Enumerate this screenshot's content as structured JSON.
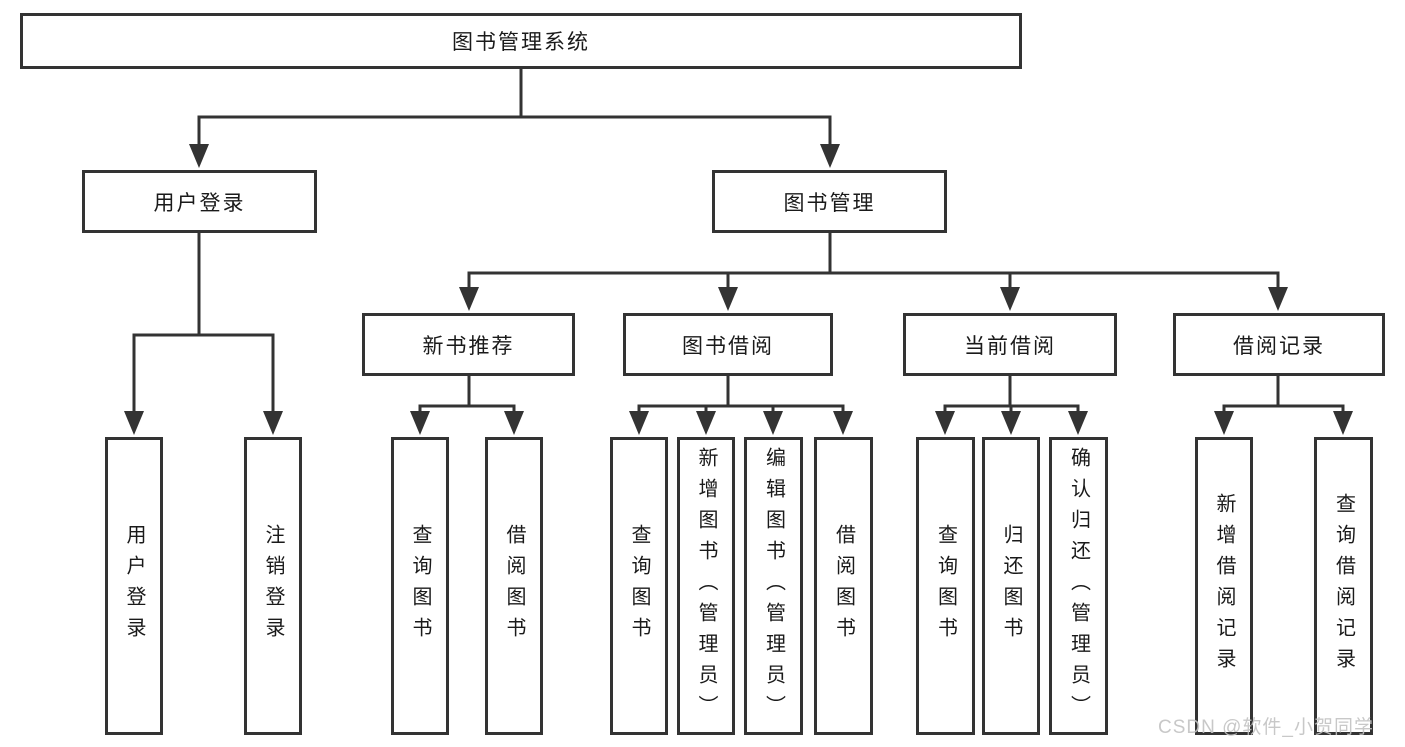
{
  "diagram": {
    "type": "hierarchy-tree",
    "root": {
      "label": "图书管理系统",
      "children": [
        {
          "label": "用户登录",
          "children": [
            {
              "label": "用户登录"
            },
            {
              "label": "注销登录"
            }
          ]
        },
        {
          "label": "图书管理",
          "children": [
            {
              "label": "新书推荐",
              "children": [
                {
                  "label": "查询图书"
                },
                {
                  "label": "借阅图书"
                }
              ]
            },
            {
              "label": "图书借阅",
              "children": [
                {
                  "label": "查询图书"
                },
                {
                  "label": "新增图书（管理员）"
                },
                {
                  "label": "编辑图书（管理员）"
                },
                {
                  "label": "借阅图书"
                }
              ]
            },
            {
              "label": "当前借阅",
              "children": [
                {
                  "label": "查询图书"
                },
                {
                  "label": "归还图书"
                },
                {
                  "label": "确认归还（管理员）"
                }
              ]
            },
            {
              "label": "借阅记录",
              "children": [
                {
                  "label": "新增借阅记录"
                },
                {
                  "label": "查询借阅记录"
                }
              ]
            }
          ]
        }
      ]
    }
  },
  "watermark": {
    "text": "CSDN @软件_小贺同学"
  },
  "colors": {
    "line": "#333333",
    "box_border": "#333333",
    "box_fill": "#ffffff",
    "text": "#1a1a1a",
    "watermark": "#c3c3c3"
  }
}
